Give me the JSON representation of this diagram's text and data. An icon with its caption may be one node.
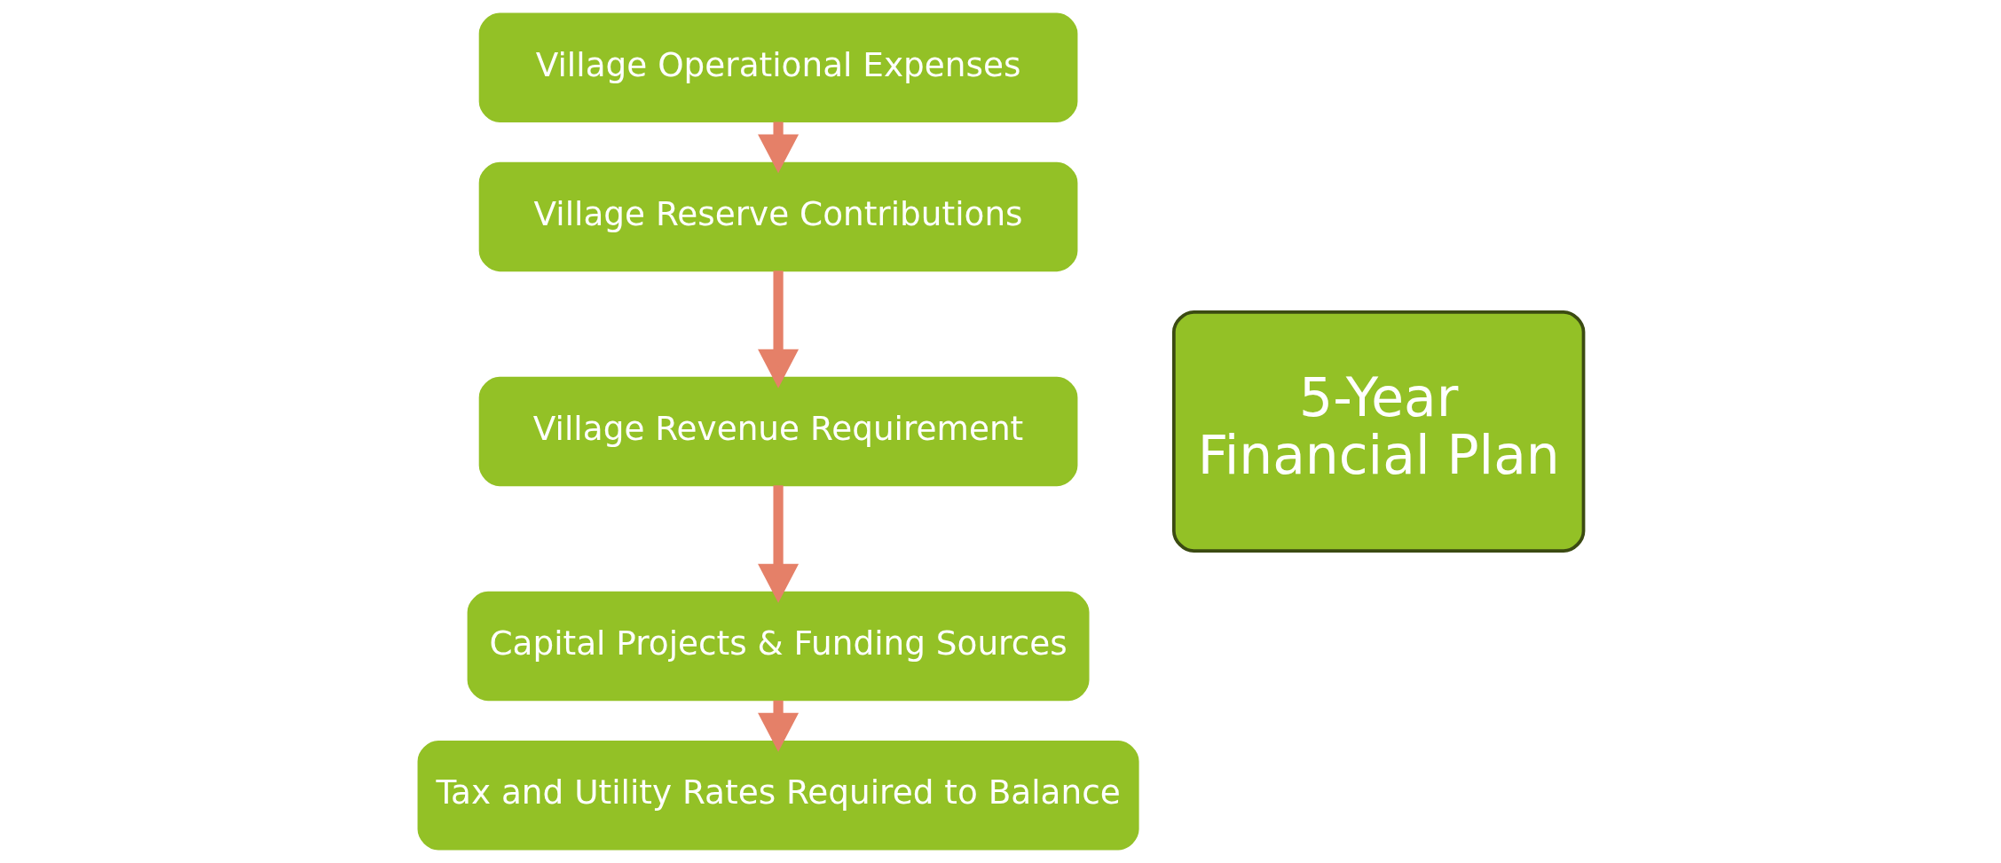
{
  "diagram": {
    "nodes": [
      {
        "text": [
          "Village Operational Expenses"
        ]
      },
      {
        "text": [
          "Village Reserve Contributions"
        ]
      },
      {
        "text": [
          "Village Revenue Requirement"
        ]
      },
      {
        "text": [
          "Capital Projects & Funding Sources"
        ]
      },
      {
        "text": [
          "Tax and Utility Rates Required to Balance"
        ]
      },
      {
        "text": [
          "5-Year Financial Plan"
        ]
      }
    ],
    "edges": [
      {
        "from": 0,
        "to": 1,
        "arrow": "to"
      },
      {
        "from": 1,
        "to": 2,
        "arrow": "to"
      },
      {
        "from": 2,
        "to": 3,
        "arrow": "to"
      },
      {
        "from": 3,
        "to": 4,
        "arrow": "to"
      }
    ]
  }
}
